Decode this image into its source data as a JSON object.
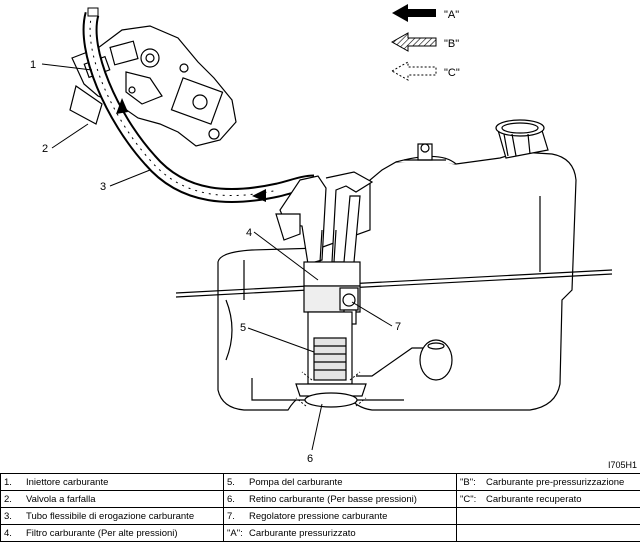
{
  "figure_code": "I705H1",
  "arrow_key": [
    {
      "code": "\"A\"",
      "style": "solid"
    },
    {
      "code": "\"B\"",
      "style": "hatched"
    },
    {
      "code": "\"C\"",
      "style": "dashed"
    }
  ],
  "callouts": [
    "1",
    "2",
    "3",
    "4",
    "5",
    "6",
    "7"
  ],
  "legend": {
    "col1": [
      {
        "num": "1.",
        "text": "Iniettore carburante"
      },
      {
        "num": "2.",
        "text": "Valvola a farfalla"
      },
      {
        "num": "3.",
        "text": "Tubo flessibile di erogazione carburante"
      },
      {
        "num": "4.",
        "text": "Filtro carburante (Per alte pressioni)"
      }
    ],
    "col2": [
      {
        "num": "5.",
        "text": "Pompa del carburante"
      },
      {
        "num": "6.",
        "text": "Retino carburante (Per basse pressioni)"
      },
      {
        "num": "7.",
        "text": "Regolatore pressione carburante"
      },
      {
        "num": "\"A\":",
        "text": "Carburante pressurizzato"
      }
    ],
    "col3": [
      {
        "num": "\"B\":",
        "text": "Carburante pre-pressurizzazione"
      },
      {
        "num": "\"C\":",
        "text": "Carburante recuperato"
      },
      {
        "num": "",
        "text": ""
      },
      {
        "num": "",
        "text": ""
      }
    ]
  }
}
